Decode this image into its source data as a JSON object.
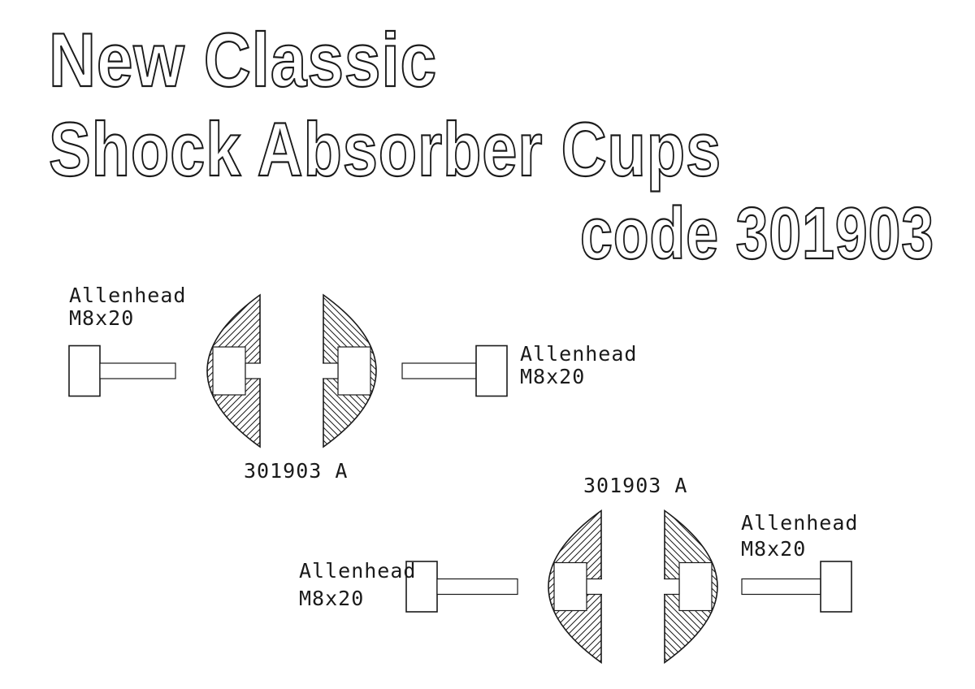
{
  "title": {
    "line1": "New Classic",
    "line2": "Shock Absorber Cups",
    "code": "code 301903"
  },
  "colors": {
    "line_color": "#1a1a1a",
    "background": "#ffffff"
  },
  "assemblies": [
    {
      "part_code": "301903 A",
      "left_bolt_label": {
        "line1": "Allenhead",
        "line2": "M8x20"
      },
      "right_bolt_label": {
        "line1": "Allenhead",
        "line2": "M8x20"
      }
    },
    {
      "part_code": "301903 A",
      "left_bolt_label": {
        "line1": "Allenhead",
        "line2": "M8x20"
      },
      "right_bolt_label": {
        "line1": "Allenhead",
        "line2": "M8x20"
      }
    }
  ]
}
